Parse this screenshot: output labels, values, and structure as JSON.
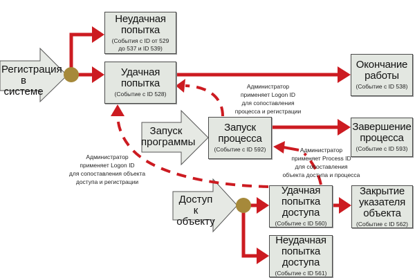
{
  "colors": {
    "connector": "#cc1b21",
    "junction": "#a6893a",
    "box_fill": "#e3e7e1",
    "box_border": "#4a4a4a",
    "input_arrow_fill": "#e6e9e4"
  },
  "inputs": [
    {
      "id": "logon",
      "lines": [
        "Регистрация",
        "в системе"
      ]
    },
    {
      "id": "program-start",
      "lines": [
        "Запуск",
        "программы"
      ]
    },
    {
      "id": "object-access",
      "lines": [
        "Доступ",
        "к объекту"
      ]
    }
  ],
  "boxes": {
    "logon_failed": {
      "title": [
        "Неудачная",
        "попытка"
      ],
      "sub": [
        "(События с ID  от 529",
        "до 537 и ID 539)"
      ]
    },
    "logon_success": {
      "title": [
        "Удачная",
        "попытка"
      ],
      "sub": [
        "(Событие с ID 528)"
      ]
    },
    "logoff": {
      "title": [
        "Окончание",
        "работы"
      ],
      "sub": [
        "(Событие с ID 538)"
      ]
    },
    "process_start": {
      "title": [
        "Запуск",
        "процесса"
      ],
      "sub": [
        "(Событие с ID 592)"
      ]
    },
    "process_end": {
      "title": [
        "Завершение",
        "процесса"
      ],
      "sub": [
        "(Событие с ID 593)"
      ]
    },
    "access_success": {
      "title": [
        "Удачная",
        "попытка",
        "доступа"
      ],
      "sub": [
        "(Событие с ID 560)"
      ]
    },
    "access_failed": {
      "title": [
        "Неудачная",
        "попытка",
        "доступа"
      ],
      "sub": [
        "(Событие с ID 561)"
      ]
    },
    "handle_close": {
      "title": [
        "Закрытие",
        "указателя",
        "объекта"
      ],
      "sub": [
        "(Событие с ID 562)"
      ]
    }
  },
  "notes": {
    "logon_process": [
      "Администратор",
      "применяет Logon ID",
      "для сопоставления",
      "процесса и регистрации"
    ],
    "process_object": [
      "Администратор",
      "применяет Process ID",
      "для сопоставления",
      "объекта доступа и процесса"
    ],
    "logon_object": [
      "Администратор",
      "применяет Logon ID",
      "для сопоставления объекта",
      "доступа и регистрации"
    ]
  }
}
